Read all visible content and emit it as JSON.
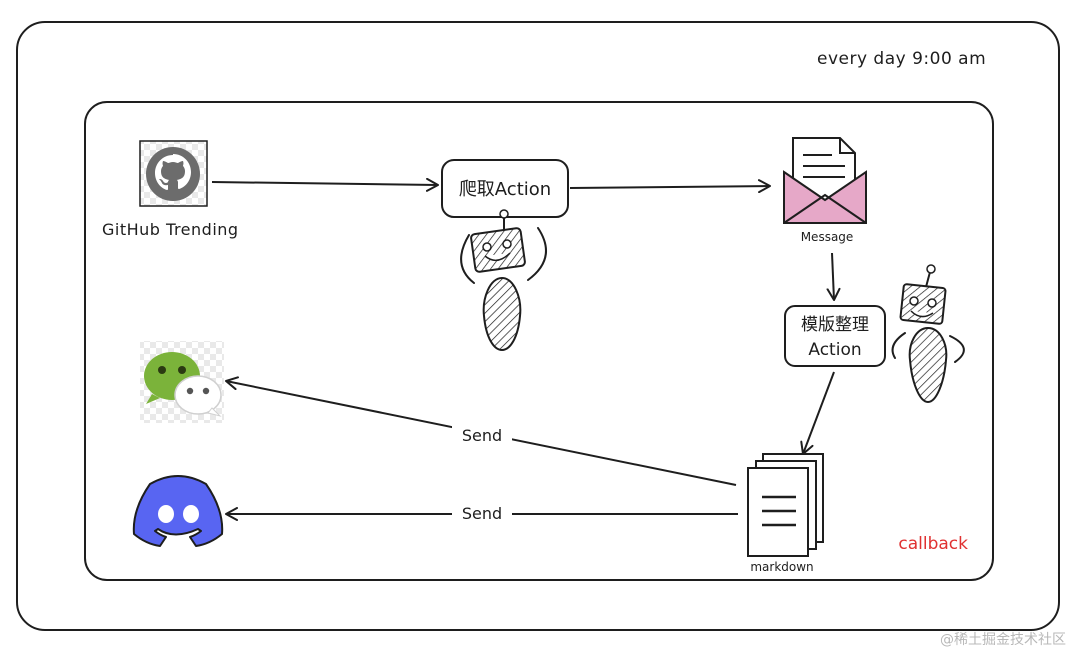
{
  "schedule": {
    "label": "every day 9:00 am"
  },
  "source": {
    "label": "GitHub Trending"
  },
  "crawl_action": {
    "label": "爬取Action"
  },
  "message": {
    "label": "Message"
  },
  "template_action": {
    "line1": "模版整理",
    "line2": "Action"
  },
  "output": {
    "label": "markdown"
  },
  "send_wechat": {
    "label": "Send"
  },
  "send_discord": {
    "label": "Send"
  },
  "callback": {
    "label": "callback"
  },
  "watermark": {
    "text": "@稀土掘金技术社区"
  },
  "colors": {
    "ink": "#1e1e1e",
    "callback": "#e03131",
    "envelope_pink": "#e6a8c8",
    "github_grey": "#6c6c6c",
    "wechat_green": "#7bb33a",
    "discord_blue": "#5865f2"
  },
  "icons": {
    "source": "github-icon",
    "message": "envelope-icon",
    "output": "document-stack-icon",
    "wechat": "wechat-icon",
    "discord": "discord-icon",
    "robot": "robot-icon"
  }
}
